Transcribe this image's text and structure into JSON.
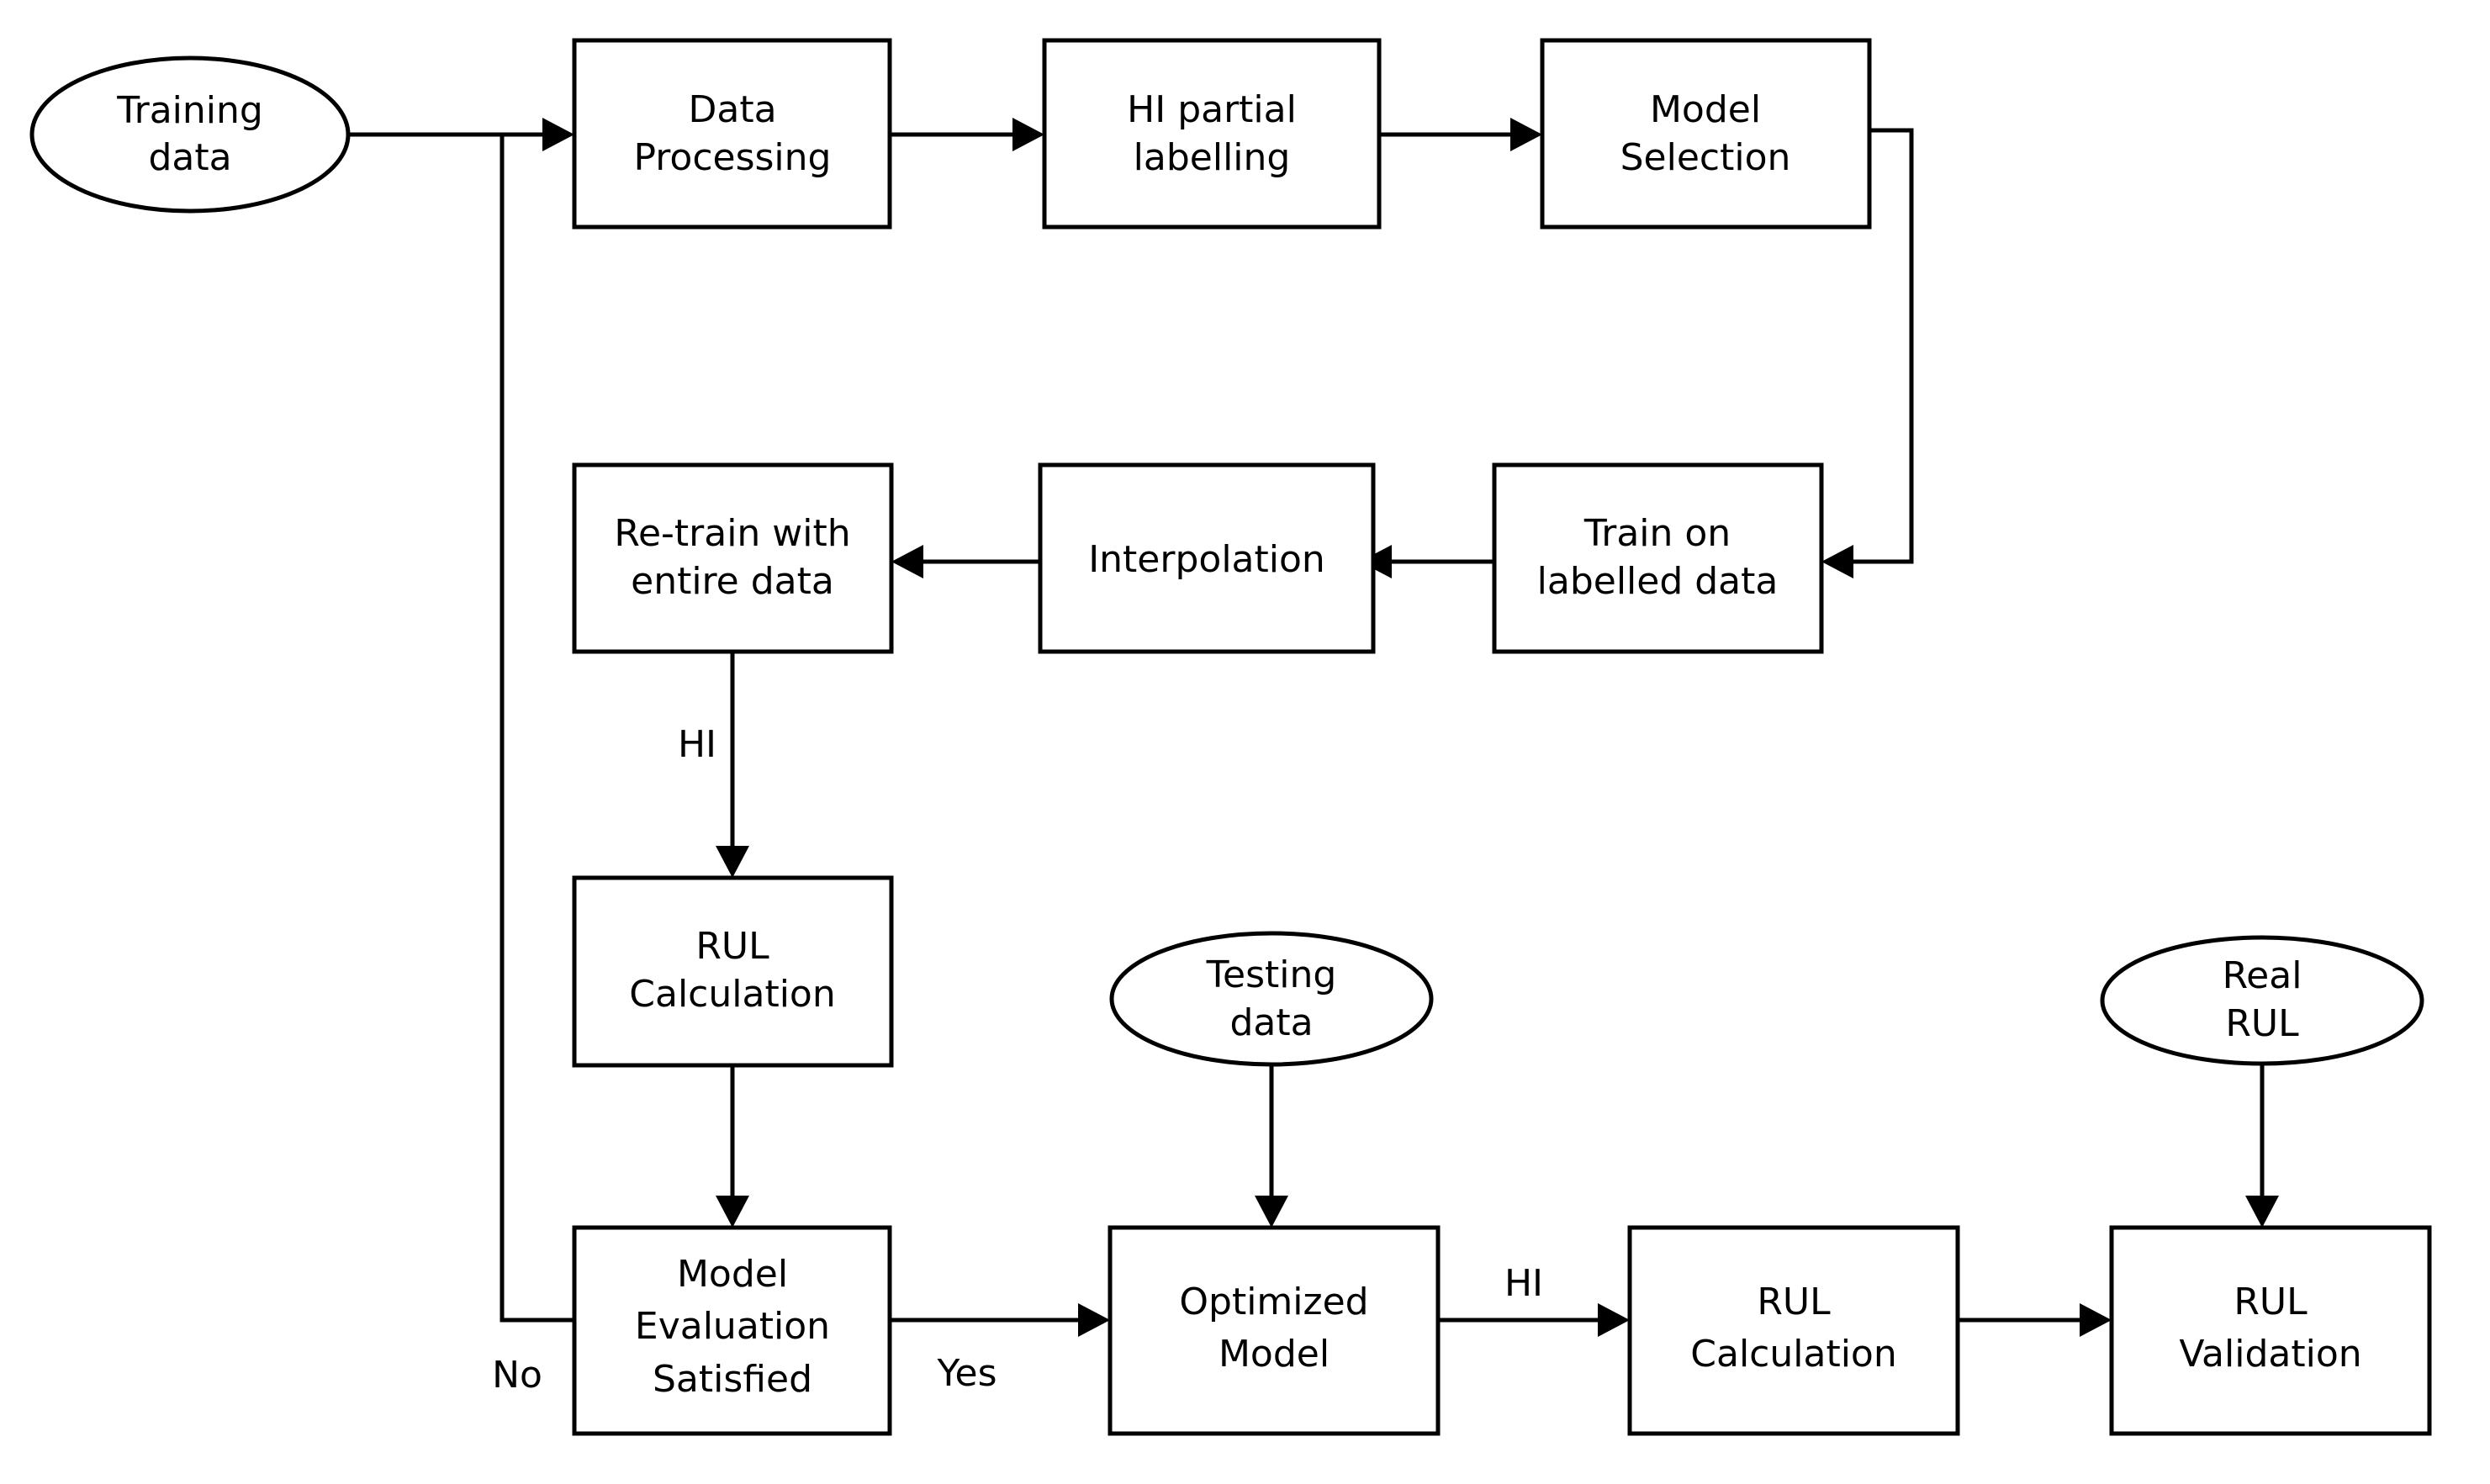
{
  "diagram": {
    "title": "RUL prediction workflow flowchart",
    "background_color": "#ffffff",
    "line_color": "#000000",
    "text_color": "#000000",
    "nodes": [
      {
        "id": "training-data",
        "shape": "ellipse",
        "lines": [
          "Training",
          "data"
        ]
      },
      {
        "id": "data-processing",
        "shape": "rectangle",
        "lines": [
          "Data",
          "Processing"
        ]
      },
      {
        "id": "hi-partial-labelling",
        "shape": "rectangle",
        "lines": [
          "HI partial",
          "labelling"
        ]
      },
      {
        "id": "model-selection",
        "shape": "rectangle",
        "lines": [
          "Model",
          "Selection"
        ]
      },
      {
        "id": "train-labelled-data",
        "shape": "rectangle",
        "lines": [
          "Train on",
          "labelled data"
        ]
      },
      {
        "id": "interpolation",
        "shape": "rectangle",
        "lines": [
          "Interpolation"
        ]
      },
      {
        "id": "retrain-entire-data",
        "shape": "rectangle",
        "lines": [
          "Re-train with",
          "entire data"
        ]
      },
      {
        "id": "rul-calculation-train",
        "shape": "rectangle",
        "lines": [
          "RUL",
          "Calculation"
        ]
      },
      {
        "id": "model-evaluation-satisfied",
        "shape": "rectangle",
        "lines": [
          "Model",
          "Evaluation",
          "Satisfied"
        ]
      },
      {
        "id": "testing-data",
        "shape": "ellipse",
        "lines": [
          "Testing",
          "data"
        ]
      },
      {
        "id": "optimized-model",
        "shape": "rectangle",
        "lines": [
          "Optimized",
          "Model"
        ]
      },
      {
        "id": "rul-calculation-test",
        "shape": "rectangle",
        "lines": [
          "RUL",
          "Calculation"
        ]
      },
      {
        "id": "real-rul",
        "shape": "ellipse",
        "lines": [
          "Real",
          "RUL"
        ]
      },
      {
        "id": "rul-validation",
        "shape": "rectangle",
        "lines": [
          "RUL",
          "Validation"
        ]
      }
    ],
    "edge_labels": {
      "hi_retrain_to_rul": "HI",
      "no_branch": "No",
      "yes_branch": "Yes",
      "hi_optimized_to_rul": "HI"
    }
  }
}
